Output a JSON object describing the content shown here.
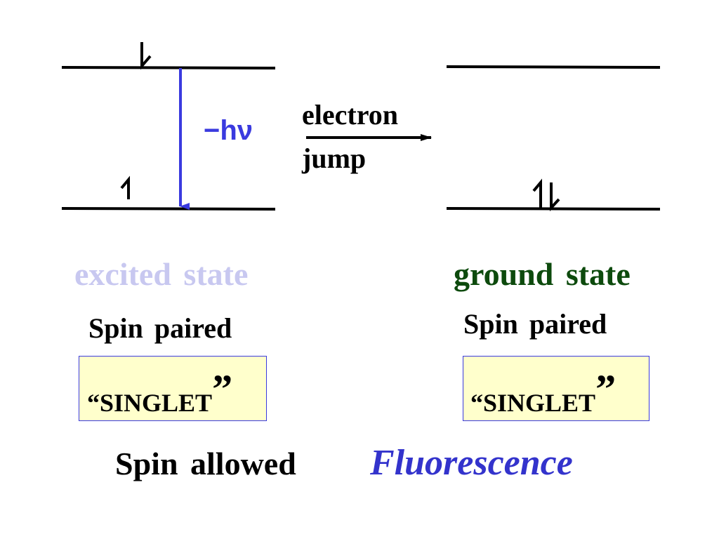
{
  "colors": {
    "excited_label": "#c8c8f0",
    "ground_label": "#0d4a0d",
    "emission_arrow": "#3a3adf",
    "fluorescence": "#3333cc",
    "box_fill": "#ffffcc",
    "box_border": "#3a3adf"
  },
  "diagram": {
    "emission_label": "−hν",
    "transition_label_line1": "electron",
    "transition_label_line2": "jump"
  },
  "excited_state": {
    "title": "excited state",
    "spin_text": "Spin paired",
    "box_text": "“SINGLET",
    "box_close_quote": "”",
    "upper_level_electron": "down-spin",
    "lower_level_electron": "up-spin"
  },
  "ground_state": {
    "title": "ground state",
    "spin_text": "Spin paired",
    "box_text": "“SINGLET",
    "box_close_quote": "”",
    "lower_level_electrons": "paired up/down spins"
  },
  "footer": {
    "spin_rule": "Spin allowed",
    "process": "Fluorescence"
  }
}
